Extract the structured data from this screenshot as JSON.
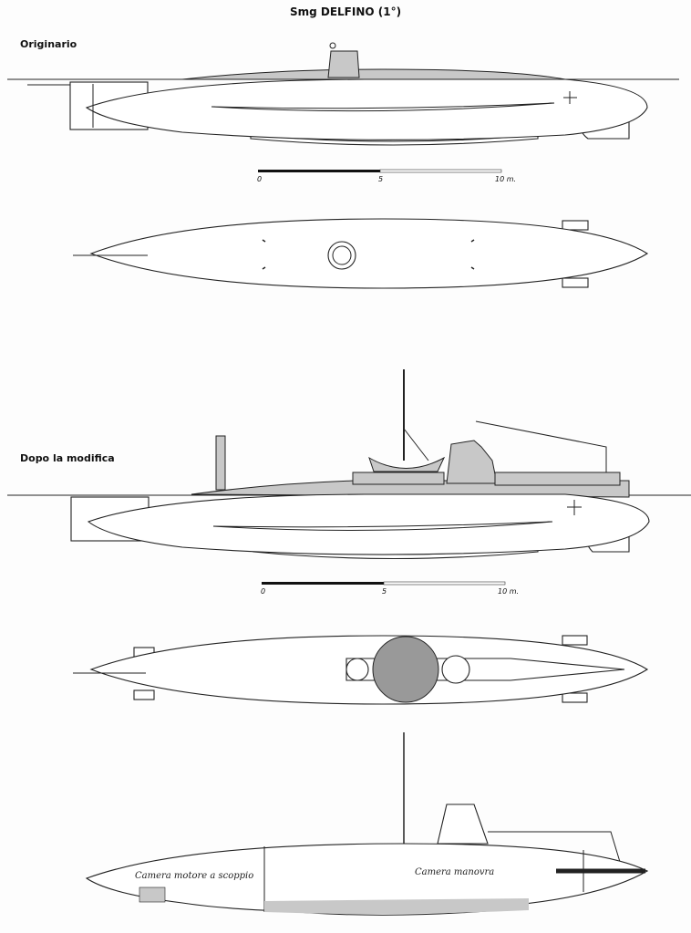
{
  "title": "Smg DELFINO (1°)",
  "sections": {
    "original": {
      "label": "Originario"
    },
    "modified": {
      "label": "Dopo la modifica"
    }
  },
  "scale_bar_1": {
    "start": "0",
    "mid": "5",
    "end": "10 m."
  },
  "scale_bar_2": {
    "start": "0",
    "mid": "5",
    "end": "10 m."
  },
  "cutaway": {
    "aft_compartment": "Camera motore a scoppio",
    "control_room": "Camera manovra"
  }
}
